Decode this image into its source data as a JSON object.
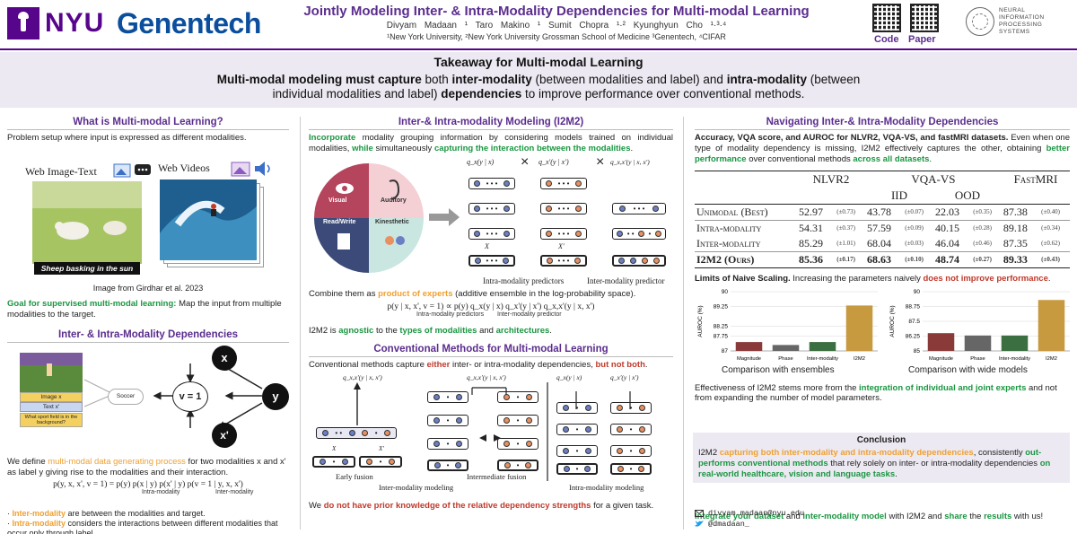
{
  "header": {
    "nyu": "NYU",
    "genentech": "Genentech",
    "title": "Jointly Modeling Inter- & Intra-Modality Dependencies for Multi-modal Learning",
    "authors": "Divyam Madaan ¹  Taro Makino ¹  Sumit Chopra ¹·²  Kyunghyun Cho ¹·³·⁴",
    "affiliations": "¹New York University, ²New York University Grossman School of Medicine ³Genentech, ⁴CIFAR",
    "code_label": "Code",
    "paper_label": "Paper",
    "neurips": "NEURAL INFORMATION PROCESSING SYSTEMS"
  },
  "takeaway": {
    "title": "Takeaway for Multi-modal Learning",
    "p1": "Multi-modal modeling must capture",
    "p2": " both ",
    "p3": "inter-modality",
    "p4": " (between modalities and label) and ",
    "p5": "intra-modality",
    "p6": " (between individual modalities and label) ",
    "p7": "dependencies",
    "p8": " to improve performance over conventional methods."
  },
  "col1": {
    "s1_title": "What is Multi-modal Learning?",
    "s1_text": "Problem setup where input is expressed as different modalities.",
    "web_image_text": "Web Image-Text",
    "web_videos": "Web Videos",
    "caption": "Sheep basking in the sun",
    "credit": "Image from Girdhar et al. 2023",
    "goal_label": "Goal for supervised multi-modal learning:",
    "goal_text": " Map the input from multiple modalities to the target.",
    "s2_title": "Inter- & Intra-Modality Dependencies",
    "fig_image": "Image x",
    "fig_text": "Text x'",
    "fig_q": "What sport field is in the background?",
    "fig_answer": "Soccer",
    "node_x": "x",
    "node_xp": "x'",
    "node_v": "v = 1",
    "node_y": "y",
    "def_1": "We define ",
    "def_2": "multi-modal data generating process",
    "def_3": " for two modalities x and x' as label y giving rise to the modalities and their interaction.",
    "eq": "p(y, x, x', v = 1) = p(y) p(x | y) p(x' | y) p(v = 1 | y, x, x')",
    "eq_intra": "Intra-modality",
    "eq_inter": "Inter-modality",
    "b1a": "Inter-modality",
    "b1b": " are between the modalities and target.",
    "b2a": "Intra-modality",
    "b2b": " considers the interactions between different modalities that occur only through label."
  },
  "col2": {
    "s1_title": "Inter-& Intra-modality Modeling (I2M2)",
    "t1a": "Incorporate",
    "t1b": " modality grouping information by considering models trained on individual modalities, ",
    "t1c": "while",
    "t1d": " simultaneously ",
    "t1e": "capturing the interaction between the modalities",
    "t1f": ".",
    "visual": "Visual",
    "auditory": "Auditory",
    "readwrite": "Read/Write",
    "kinesthetic": "Kinesthetic",
    "q1": "q_x(y | x)",
    "q2": "q_x'(y | x')",
    "q3": "q_x,x'(y | x, x')",
    "times": "×",
    "lbl_x": "X",
    "lbl_xp": "X'",
    "intra_pred": "Intra-modality predictors",
    "inter_pred": "Inter-modality predictor",
    "t2a": "Combine them as ",
    "t2b": "product of experts",
    "t2c": " (additive ensemble in the log-probability space).",
    "eq2": "p(y | x, x', v = 1) ∝ p(y) q_x(y | x) q_x'(y | x') q_x,x'(y | x, x')",
    "eq2_intra": "Intra-modality predictors",
    "eq2_inter": "Inter-modality predictor",
    "t3a": "I2M2 is ",
    "t3b": "agnostic",
    "t3c": " to the ",
    "t3d": "types of modalities",
    "t3e": " and ",
    "t3f": "architectures",
    "t3g": ".",
    "s2_title": "Conventional Methods for Multi-modal Learning",
    "t4a": "Conventional methods capture ",
    "t4b": "either",
    "t4c": " inter- or intra-modality dependencies, ",
    "t4d": "but not both",
    "t4e": ".",
    "early": "Early fusion",
    "intermediate": "Intermediate fusion",
    "inter_modeling": "Inter-modality modeling",
    "intra_modeling": "Intra-modality modeling",
    "t5a": "We ",
    "t5b": "do not have prior knowledge of the relative dependency strengths",
    "t5c": " for a given task."
  },
  "col3": {
    "s1_title": "Navigating Inter-& Intra-Modality Dependencies",
    "t1a": "Accuracy, VQA score, and AUROC for NLVR2, VQA-VS, and fastMRI datasets.",
    "t1b": " Even when one type of modality dependency is missing, I2M2 effectively captures the other, obtaining ",
    "t1c": "better performance",
    "t1d": " over conventional methods ",
    "t1e": "across all datasets",
    "t1f": ".",
    "table": {
      "h1": "NLVR2",
      "h2": "VQA-VS",
      "h3": "FastMRI",
      "sub1": "IID",
      "sub2": "OOD",
      "rows": [
        {
          "name": "Unimodal (Best)",
          "v": [
            "52.97",
            "(±0.73)",
            "43.78",
            "(±0.07)",
            "22.03",
            "(±0.35)",
            "87.38",
            "(±0.40)"
          ]
        },
        {
          "name": "Intra-modality",
          "v": [
            "54.31",
            "(±0.37)",
            "57.59",
            "(±0.09)",
            "40.15",
            "(±0.28)",
            "89.18",
            "(±0.34)"
          ]
        },
        {
          "name": "Inter-modality",
          "v": [
            "85.29",
            "(±1.01)",
            "68.04",
            "(±0.03)",
            "46.04",
            "(±0.46)",
            "87.35",
            "(±0.62)"
          ]
        },
        {
          "name": "I2M2 (Ours)",
          "v": [
            "85.36",
            "(±0.17)",
            "68.63",
            "(±0.10)",
            "48.74",
            "(±0.27)",
            "89.33",
            "(±0.43)"
          ]
        }
      ]
    },
    "t2a": "Limits of Naive Scaling.",
    "t2b": " Increasing the parameters naively ",
    "t2c": "does not improve performance",
    "t2d": ".",
    "cap1": "Comparison with ensembles",
    "cap2": "Comparison with wide models",
    "t3a": "Effectiveness of I2M2 stems more from the ",
    "t3b": "integration of individual and joint experts",
    "t3c": " and not from expanding the number of model parameters.",
    "concl_title": "Conclusion",
    "c1": "I2M2 ",
    "c2": "capturing both inter-modality and intra-modality dependencies",
    "c3": ", consistently ",
    "c4": "out-performs conventional methods",
    "c5": " that rely solely on inter- or intra-modality dependencies ",
    "c6": "on real-world healthcare, vision and language tasks",
    "c7": ".",
    "i1": "Integrate your dataset",
    "i2": " and ",
    "i3": "inter-modality model",
    "i4": " with I2M2 and ",
    "i5": "share",
    "i6": " the ",
    "i7": "results",
    "i8": " with us!",
    "email": "divyam.madaan@nyu.edu",
    "twitter": "@dmadaan_"
  },
  "chart_data": [
    {
      "type": "bar",
      "title": "Comparison with ensembles",
      "categories": [
        "Magnitude",
        "Phase",
        "Inter-modality",
        "I2M2"
      ],
      "values": [
        87.45,
        87.3,
        87.45,
        89.3
      ],
      "ylabel": "AUROC (%)",
      "ylim": [
        87,
        90
      ],
      "yticks": [
        "87",
        "87.75",
        "88.25",
        "89.25",
        "90"
      ],
      "colors": [
        "#8b3a3a",
        "#666666",
        "#3b6e40",
        "#c79a40"
      ]
    },
    {
      "type": "bar",
      "title": "Comparison with wide models",
      "categories": [
        "Magnitude",
        "Phase",
        "Inter-modality",
        "I2M2"
      ],
      "values": [
        86.5,
        86.3,
        86.3,
        89.3
      ],
      "ylabel": "AUROC (%)",
      "ylim": [
        85,
        90
      ],
      "yticks": [
        "85",
        "86.25",
        "87.5",
        "88.75",
        "90"
      ],
      "colors": [
        "#8b3a3a",
        "#666666",
        "#3b6e40",
        "#c79a40"
      ]
    }
  ]
}
